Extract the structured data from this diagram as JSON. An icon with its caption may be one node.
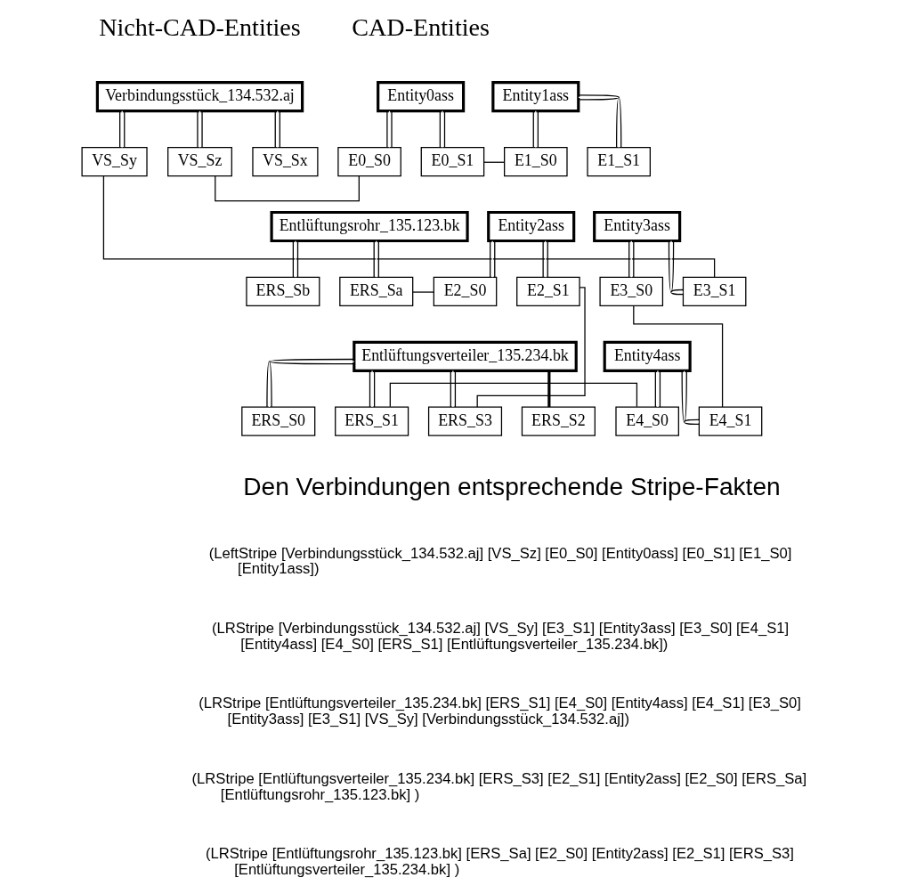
{
  "diagram": {
    "nodes": [
      {
        "text": [
          "Verbindungsstück_134.532.aj"
        ]
      },
      {
        "text": [
          "VS_Sy"
        ]
      },
      {
        "text": [
          "VS_Sz"
        ]
      },
      {
        "text": [
          "VS_Sx"
        ]
      },
      {
        "text": [
          "Entity0ass"
        ]
      },
      {
        "text": [
          "E0_S0"
        ]
      },
      {
        "text": [
          "E0_S1"
        ]
      },
      {
        "text": [
          "Entity1ass"
        ]
      },
      {
        "text": [
          "E1_S0"
        ]
      },
      {
        "text": [
          "E1_S1"
        ]
      },
      {
        "text": [
          "Entlüftungsrohr_135.123.bk"
        ]
      },
      {
        "text": [
          "ERS_Sb"
        ]
      },
      {
        "text": [
          "ERS_Sa"
        ]
      },
      {
        "text": [
          "Entity2ass"
        ]
      },
      {
        "text": [
          "E2_S0"
        ]
      },
      {
        "text": [
          "E2_S1"
        ]
      },
      {
        "text": [
          "Entity3ass"
        ]
      },
      {
        "text": [
          "E3_S0"
        ]
      },
      {
        "text": [
          "E3_S1"
        ]
      },
      {
        "text": [
          "Entlüftungsverteiler_135.234.bk"
        ]
      },
      {
        "text": [
          "ERS_S0"
        ]
      },
      {
        "text": [
          "ERS_S1"
        ]
      },
      {
        "text": [
          "ERS_S3"
        ]
      },
      {
        "text": [
          "ERS_S2"
        ]
      },
      {
        "text": [
          "Entity4ass"
        ]
      },
      {
        "text": [
          "E4_S0"
        ]
      },
      {
        "text": [
          "E4_S1"
        ]
      }
    ],
    "edges": [
      {
        "from": 0,
        "to": 1,
        "arrow": "none"
      },
      {
        "from": 0,
        "to": 2,
        "arrow": "none"
      },
      {
        "from": 0,
        "to": 3,
        "arrow": "none"
      },
      {
        "from": 4,
        "to": 5,
        "arrow": "none"
      },
      {
        "from": 4,
        "to": 6,
        "arrow": "none"
      },
      {
        "from": 7,
        "to": 8,
        "arrow": "none"
      },
      {
        "from": 7,
        "to": 9,
        "arrow": "none"
      },
      {
        "from": 10,
        "to": 11,
        "arrow": "none"
      },
      {
        "from": 10,
        "to": 12,
        "arrow": "none"
      },
      {
        "from": 13,
        "to": 14,
        "arrow": "none"
      },
      {
        "from": 13,
        "to": 15,
        "arrow": "none"
      },
      {
        "from": 16,
        "to": 17,
        "arrow": "none"
      },
      {
        "from": 16,
        "to": 18,
        "arrow": "none"
      },
      {
        "from": 19,
        "to": 20,
        "arrow": "none"
      },
      {
        "from": 19,
        "to": 21,
        "arrow": "none"
      },
      {
        "from": 19,
        "to": 22,
        "arrow": "none"
      },
      {
        "from": 19,
        "to": 23,
        "arrow": "none",
        "style": "thick"
      },
      {
        "from": 24,
        "to": 25,
        "arrow": "none"
      },
      {
        "from": 24,
        "to": 26,
        "arrow": "none"
      },
      {
        "from": 2,
        "to": 5,
        "arrow": "none"
      },
      {
        "from": 6,
        "to": 8,
        "arrow": "none"
      },
      {
        "from": 1,
        "to": 18,
        "arrow": "none"
      },
      {
        "from": 12,
        "to": 14,
        "arrow": "none"
      },
      {
        "from": 15,
        "to": 22,
        "arrow": "none"
      },
      {
        "from": 17,
        "to": 26,
        "arrow": "none"
      },
      {
        "from": 25,
        "to": 21,
        "arrow": "none"
      }
    ],
    "labels": [
      "Nicht-CAD-Entities",
      "CAD-Entities",
      "Den Verbindungen entsprechende Stripe-Fakten",
      "(LeftStripe [Verbindungsstück_134.532.aj] [VS_Sz] [E0_S0] [Entity0ass] [E0_S1] [E1_S0] [Entity1ass])",
      "(LRStripe [Verbindungsstück_134.532.aj] [VS_Sy] [E3_S1] [Entity3ass] [E3_S0] [E4_S1] [Entity4ass] [E4_S0] [ERS_S1] [Entlüftungsverteiler_135.234.bk])",
      "(LRStripe [Entlüftungsverteiler_135.234.bk] [ERS_S1] [E4_S0] [Entity4ass] [E4_S1] [E3_S0] [Entity3ass] [E3_S1] [VS_Sy] [Verbindungsstück_134.532.aj])",
      "(LRStripe [Entlüftungsverteiler_135.234.bk] [ERS_S3] [E2_S1] [Entity2ass] [E2_S0] [ERS_Sa] [Entlüftungsrohr_135.123.bk] )",
      "(LRStripe [Entlüftungsrohr_135.123.bk] [ERS_Sa] [E2_S0] [Entity2ass] [E2_S1] [ERS_S3] [Entlüftungsverteiler_135.234.bk] )"
    ]
  }
}
